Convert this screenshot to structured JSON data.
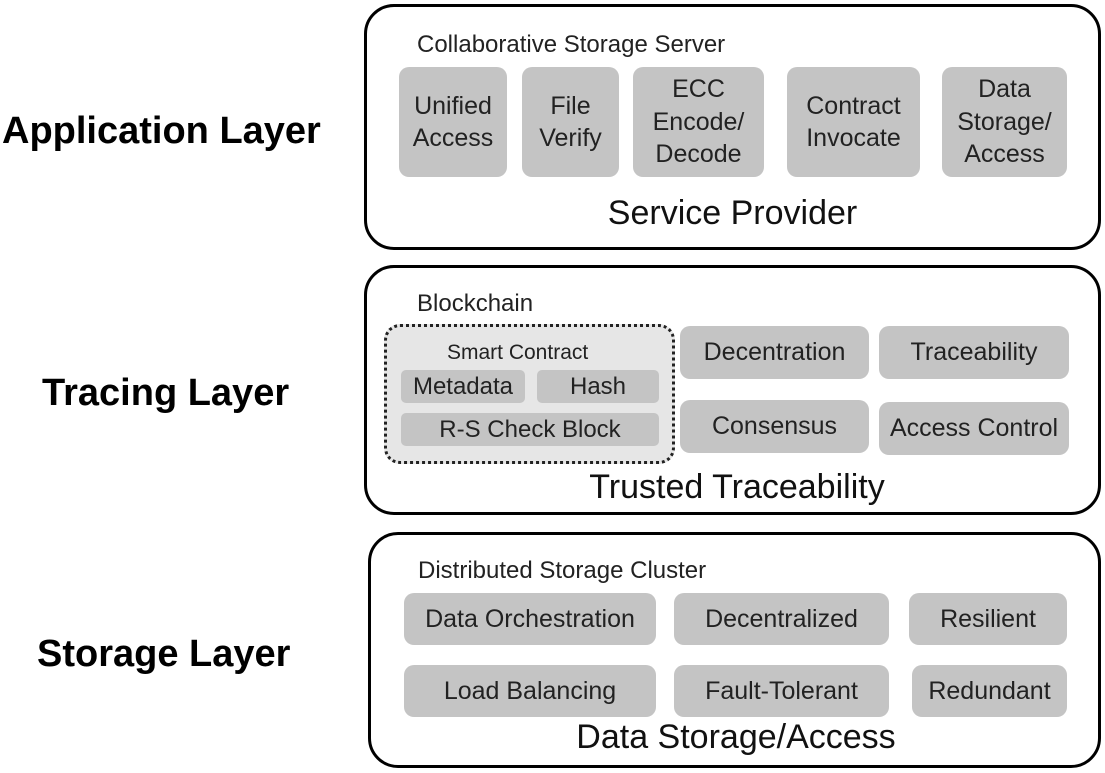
{
  "layers": {
    "application": {
      "label": "Application Layer",
      "title": "Collaborative Storage Server",
      "caption": "Service Provider",
      "items": [
        "Unified\nAccess",
        "File\nVerify",
        "ECC\nEncode/\nDecode",
        "Contract\nInvocate",
        "Data\nStorage/\nAccess"
      ]
    },
    "tracing": {
      "label": "Tracing Layer",
      "title": "Blockchain",
      "caption": "Trusted Traceability",
      "smart_contract": {
        "title": "Smart Contract",
        "items": [
          "Metadata",
          "Hash",
          "R-S Check Block"
        ]
      },
      "items": [
        "Decentration",
        "Traceability",
        "Consensus",
        "Access Control"
      ]
    },
    "storage": {
      "label": "Storage Layer",
      "title": "Distributed Storage Cluster",
      "caption": "Data Storage/Access",
      "items": [
        "Data Orchestration",
        "Decentralized",
        "Resilient",
        "Load Balancing",
        "Fault-Tolerant",
        "Redundant"
      ]
    }
  }
}
